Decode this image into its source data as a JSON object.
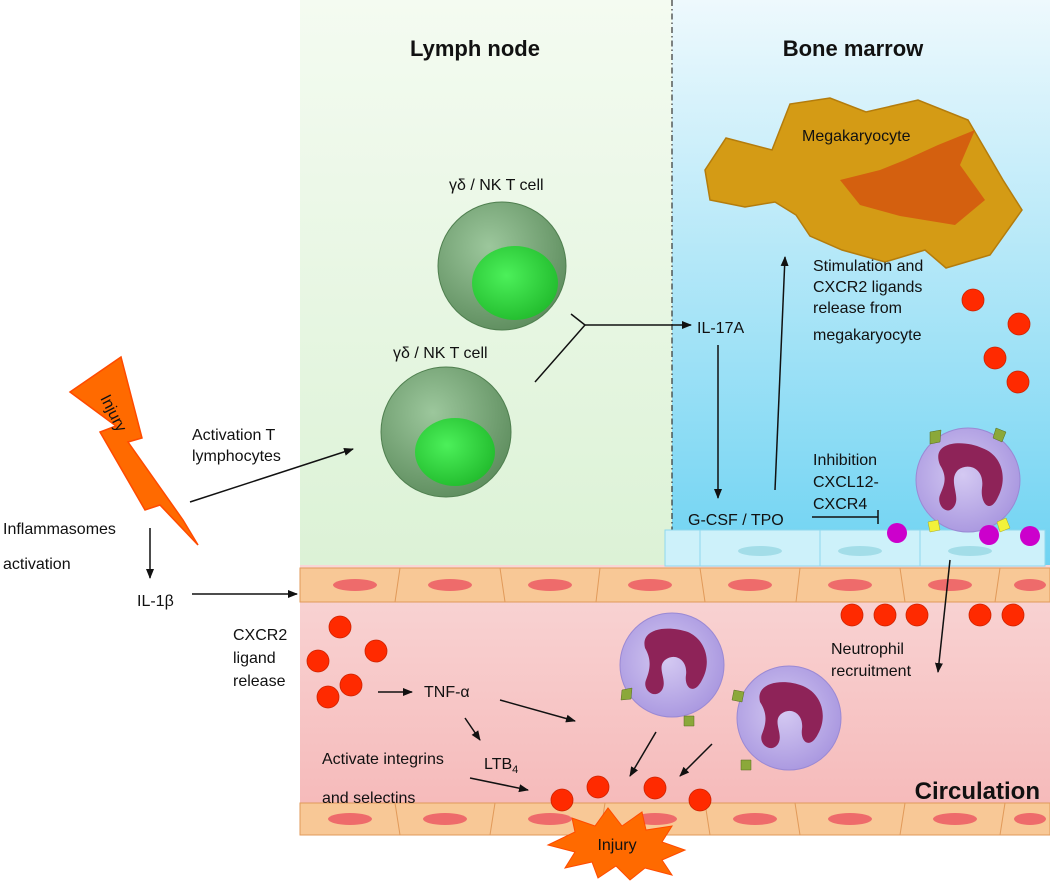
{
  "regions": {
    "lymph_node_title": "Lymph node",
    "bone_marrow_title": "Bone marrow",
    "circulation_title": "Circulation"
  },
  "labels": {
    "injury_bolt": "Injury",
    "injury_burst": "Injury",
    "inflammasomes_1": "Inflammasomes",
    "inflammasomes_2": "activation",
    "il1b": "IL-1β",
    "activation_1": "Activation T",
    "activation_2": "lymphocytes",
    "tcell_top": "γδ / NK T cell",
    "tcell_bottom": "γδ / NK T cell",
    "il17a": "IL-17A",
    "gcsf": "G-CSF / TPO",
    "megakaryocyte": "Megakaryocyte",
    "stim_1": "Stimulation and",
    "stim_2": "CXCR2 ligands",
    "stim_3": "release from",
    "stim_4": "megakaryocyte",
    "inhib_1": "Inhibition",
    "inhib_2": "CXCL12-",
    "inhib_3": "CXCR4",
    "cxcr2_1": "CXCR2",
    "cxcr2_2": "ligand",
    "cxcr2_3": "release",
    "tnf": "TNF-α",
    "ltb": "LTB",
    "ltb_sub": "4",
    "integrins_1": "Activate integrins",
    "integrins_2": "and selectins",
    "recruit_1": "Neutrophil",
    "recruit_2": "recruitment"
  },
  "colors": {
    "lymph_bg": "#e8f5e2",
    "marrow_top": "#e9f7fd",
    "marrow_bottom": "#7fd8f4",
    "circ_bg": "#f7c4c4",
    "endothelium": "#f7c08a",
    "endo_nucleus": "#ef6d6d",
    "tcell_outer": "#6f9e6f",
    "tcell_nucleus": "#2ecc40",
    "megakaryocyte": "#d39a16",
    "mega_inner": "#d4620e",
    "neutrophil_body": "#b9a9e6",
    "neutrophil_nucleus": "#8e2358",
    "red_dot": "#ff2a00",
    "receptor": "#8ba83a",
    "injury": "#ff6600",
    "magenta": "#cc00cc"
  }
}
